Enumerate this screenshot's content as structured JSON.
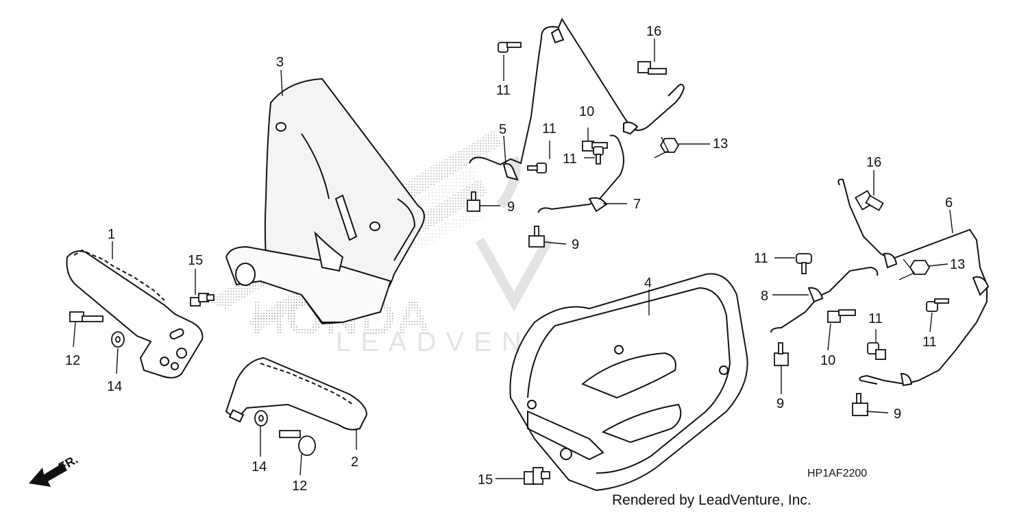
{
  "diagram": {
    "callouts": [
      {
        "id": "c1",
        "label": "1"
      },
      {
        "id": "c2",
        "label": "2"
      },
      {
        "id": "c3",
        "label": "3"
      },
      {
        "id": "c4",
        "label": "4"
      },
      {
        "id": "c5",
        "label": "5"
      },
      {
        "id": "c6",
        "label": "6"
      },
      {
        "id": "c7",
        "label": "7"
      },
      {
        "id": "c8",
        "label": "8"
      },
      {
        "id": "c9a",
        "label": "9"
      },
      {
        "id": "c9b",
        "label": "9"
      },
      {
        "id": "c9c",
        "label": "9"
      },
      {
        "id": "c9d",
        "label": "9"
      },
      {
        "id": "c10a",
        "label": "10"
      },
      {
        "id": "c10b",
        "label": "10"
      },
      {
        "id": "c11a",
        "label": "11"
      },
      {
        "id": "c11b",
        "label": "11"
      },
      {
        "id": "c11c",
        "label": "11"
      },
      {
        "id": "c11d",
        "label": "11"
      },
      {
        "id": "c11e",
        "label": "11"
      },
      {
        "id": "c11f",
        "label": "11"
      },
      {
        "id": "c12a",
        "label": "12"
      },
      {
        "id": "c12b",
        "label": "12"
      },
      {
        "id": "c13a",
        "label": "13"
      },
      {
        "id": "c13b",
        "label": "13"
      },
      {
        "id": "c14a",
        "label": "14"
      },
      {
        "id": "c14b",
        "label": "14"
      },
      {
        "id": "c15a",
        "label": "15"
      },
      {
        "id": "c15b",
        "label": "15"
      },
      {
        "id": "c16a",
        "label": "16"
      },
      {
        "id": "c16b",
        "label": "16"
      }
    ],
    "direction_label": "FR.",
    "diagram_code": "HP1AF2200",
    "footer": "Rendered by LeadVenture, Inc.",
    "watermark_brand": "HONDA",
    "watermark_company": "LEADVENTURE"
  },
  "colors": {
    "line": "#111111",
    "shade": "#bdbdbd",
    "watermark": "#dcdcdc"
  }
}
